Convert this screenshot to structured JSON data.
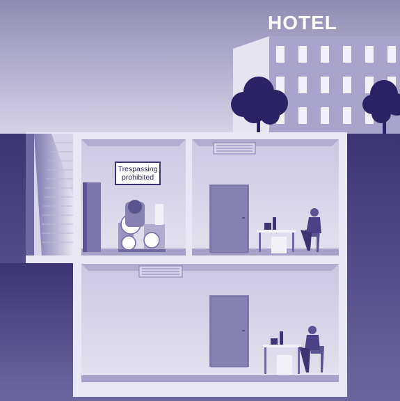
{
  "hotel": {
    "label": "HOTEL"
  },
  "sign": {
    "line1": "Trespassing",
    "line2": "prohibited"
  },
  "colors": {
    "sky_top": "#8f8bb4",
    "sky_bottom": "#d9d6e8",
    "ground": "#453d7c",
    "building_frame": "#e9e7f3",
    "room_wall": "#c7c3df",
    "room_floor": "#a6a1c9",
    "door": "#8680b3",
    "tree": "#2a2264",
    "hotel_facade": "#a9a4cc",
    "hotel_window": "#f2f1f8"
  }
}
